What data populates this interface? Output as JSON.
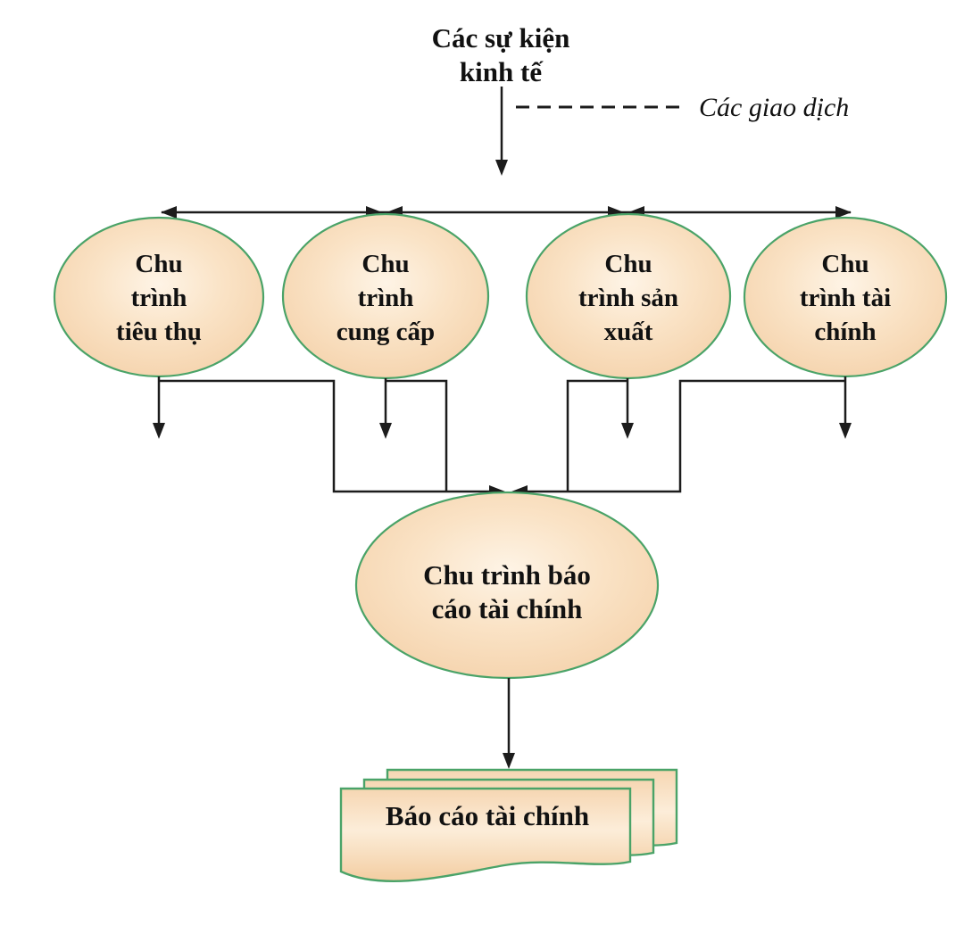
{
  "diagram": {
    "title_lines": [
      "Các sự kiện",
      "kinh tế"
    ],
    "legend_label": "Các giao dịch",
    "cycles": [
      {
        "name": "consumption-cycle",
        "lines": [
          "Chu",
          "trình",
          "tiêu thụ"
        ]
      },
      {
        "name": "supply-cycle",
        "lines": [
          "Chu",
          "trình",
          "cung cấp"
        ]
      },
      {
        "name": "production-cycle",
        "lines": [
          "Chu",
          "trình sản",
          "xuất"
        ]
      },
      {
        "name": "financial-cycle",
        "lines": [
          "Chu",
          "trình tài",
          "chính"
        ]
      }
    ],
    "reporting_cycle_lines": [
      "Chu trình báo",
      "cáo tài chính"
    ],
    "document_label": "Báo cáo tài chính",
    "colors": {
      "ellipse_border": "#4aa368",
      "ellipse_fill_center": "#fef4e6",
      "ellipse_fill_edge": "#f4d0a8",
      "line": "#1c1c1c",
      "background": "#ffffff"
    }
  }
}
